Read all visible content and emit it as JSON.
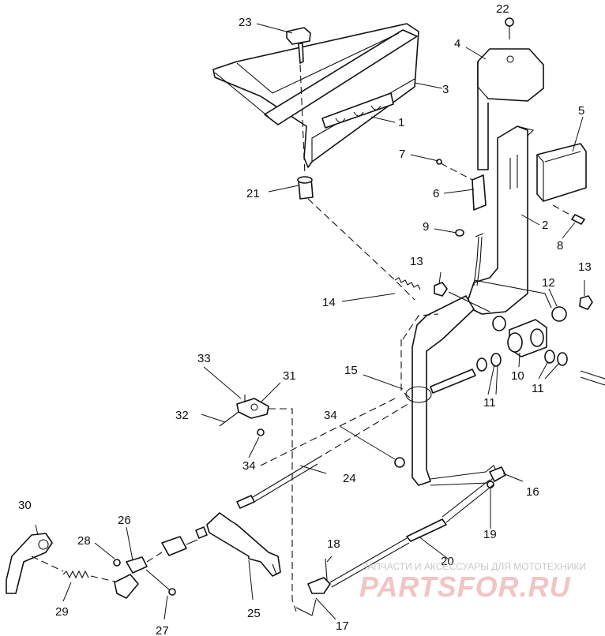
{
  "labels": {
    "l1": "1",
    "l2": "2",
    "l3": "3",
    "l4": "4",
    "l5": "5",
    "l6": "6",
    "l7": "7",
    "l8": "8",
    "l9": "9",
    "l10": "10",
    "l11a": "11",
    "l11b": "11",
    "l12": "12",
    "l13a": "13",
    "l13b": "13",
    "l14": "14",
    "l15": "15",
    "l16": "16",
    "l17": "17",
    "l18": "18",
    "l19": "19",
    "l20": "20",
    "l21": "21",
    "l22": "22",
    "l23": "23",
    "l24": "24",
    "l25": "25",
    "l26": "26",
    "l27": "27",
    "l28": "28",
    "l29": "29",
    "l30": "30",
    "l31": "31",
    "l32": "32",
    "l33": "33",
    "l34a": "34",
    "l34b": "34"
  },
  "watermark": {
    "tagline": "ЗАПЧАСТИ И АКСЕССУАРЫ ДЛЯ МОТОТЕХНИКИ",
    "brand": "PARTSFOR.RU"
  },
  "colors": {
    "ink": "#111111",
    "watermark": "#f2c4c4"
  }
}
